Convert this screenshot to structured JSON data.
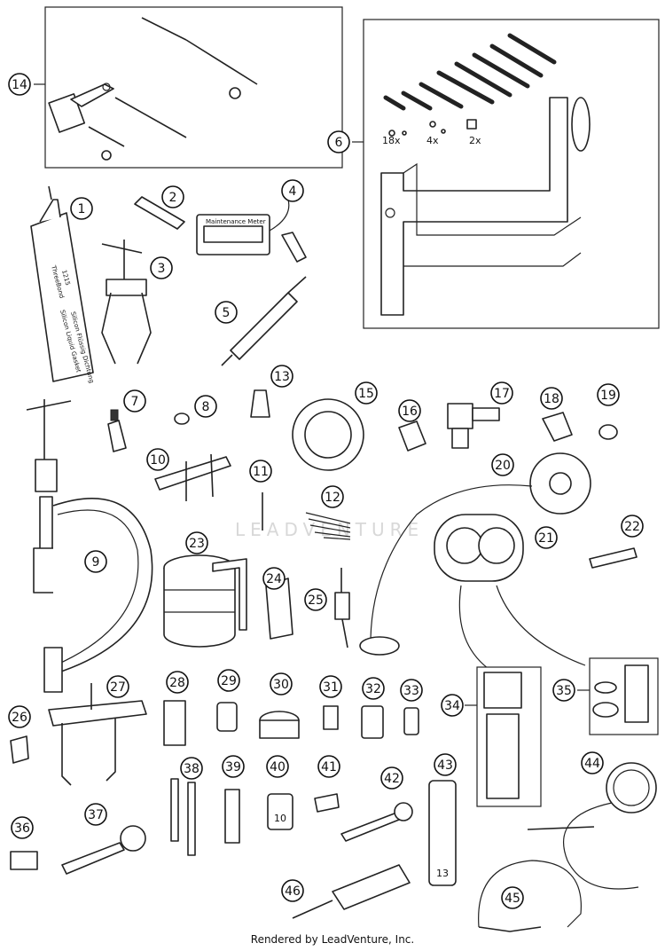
{
  "callouts": [
    "1",
    "2",
    "3",
    "4",
    "5",
    "6",
    "7",
    "8",
    "9",
    "10",
    "11",
    "12",
    "13",
    "14",
    "15",
    "16",
    "17",
    "18",
    "19",
    "20",
    "21",
    "22",
    "23",
    "24",
    "25",
    "26",
    "27",
    "28",
    "29",
    "30",
    "31",
    "32",
    "33",
    "34",
    "35",
    "36",
    "37",
    "38",
    "39",
    "40",
    "41",
    "42",
    "43",
    "44",
    "45",
    "46"
  ],
  "frame_kit": {
    "qty_bolts": "18x",
    "qty_nuts": "4x",
    "qty_plates": "2x"
  },
  "tube_labels": {
    "brand": "ThreeBond",
    "number": "1215",
    "line1": "Silicon Liquid Gasket",
    "line2": "Silicon Flüssig Dichtung"
  },
  "meter_label": "Maintenance Meter",
  "socket_40_size": "10",
  "socket_43_size": "13",
  "watermark": "LEADVENTURE",
  "footer": "Rendered by LeadVenture, Inc."
}
